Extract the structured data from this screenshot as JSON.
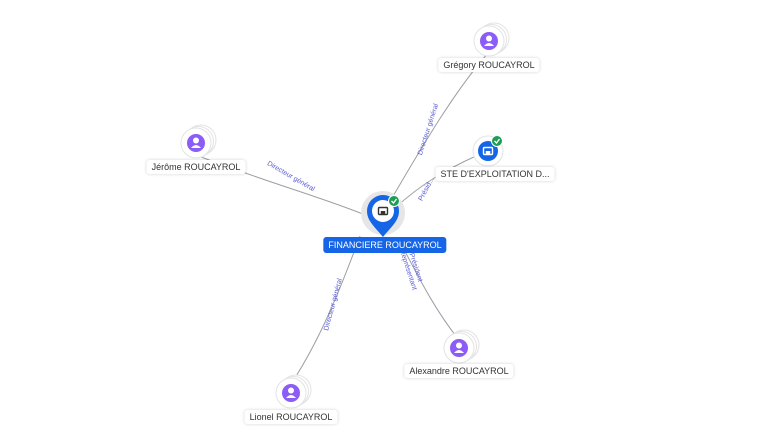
{
  "center": {
    "label": "FINANCIERE ROUCAYROL",
    "icon": "building-icon",
    "verified": true
  },
  "nodes": [
    {
      "id": "gregory",
      "label": "Grégory ROUCAYROL",
      "type": "person",
      "icon": "person-icon"
    },
    {
      "id": "jerome",
      "label": "Jérôme ROUCAYROL",
      "type": "person",
      "icon": "person-icon"
    },
    {
      "id": "ste",
      "label": "STE D'EXPLOITATION D...",
      "type": "company",
      "icon": "building-icon",
      "verified": true
    },
    {
      "id": "alexandre",
      "label": "Alexandre ROUCAYROL",
      "type": "person",
      "icon": "person-icon"
    },
    {
      "id": "lionel",
      "label": "Lionel ROUCAYROL",
      "type": "person",
      "icon": "person-icon"
    }
  ],
  "edges": [
    {
      "from": "gregory",
      "labels": [
        "Directeur général"
      ]
    },
    {
      "from": "jerome",
      "labels": [
        "Directeur général"
      ]
    },
    {
      "from": "ste",
      "labels": [
        "Présid..."
      ]
    },
    {
      "from": "alexandre",
      "labels": [
        "Président",
        "Représentant"
      ]
    },
    {
      "from": "lionel",
      "labels": [
        "Directeur général"
      ]
    }
  ],
  "colors": {
    "person": "#8b5cf6",
    "company": "#1565e6",
    "verified": "#1f9d55",
    "edge_label": "#5b5bd6"
  }
}
